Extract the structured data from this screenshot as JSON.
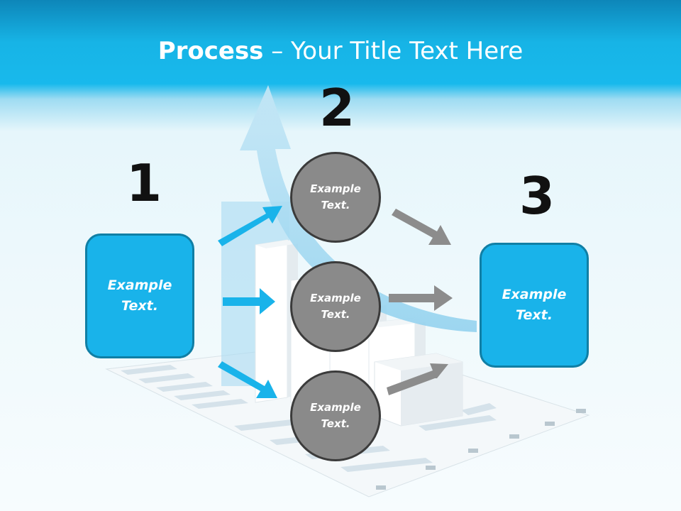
{
  "title": {
    "bold": "Process",
    "rest": " – Your Title Text Here"
  },
  "steps": [
    {
      "number": "1",
      "text": "Example Text."
    },
    {
      "number": "2",
      "text": "Example Text."
    },
    {
      "number": "3",
      "text": "Example Text."
    }
  ],
  "circles": [
    {
      "text": "Example Text."
    },
    {
      "text": "Example Text."
    },
    {
      "text": "Example Text."
    }
  ],
  "colors": {
    "accent": "#19b3ea",
    "accent_border": "#107fa5",
    "circle": "#8a8a8a",
    "gray_arrow": "#8c8c8c"
  }
}
